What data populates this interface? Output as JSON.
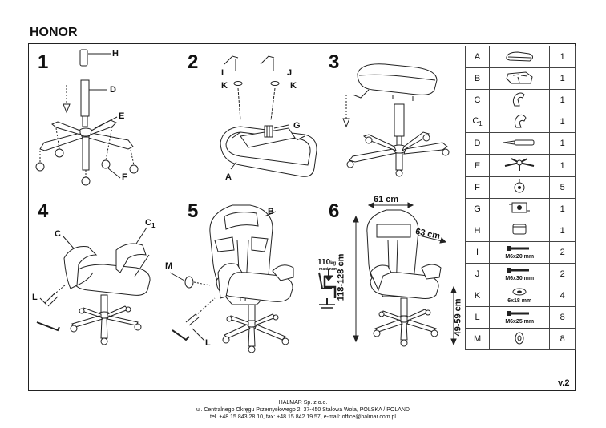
{
  "title": "HONOR",
  "steps": [
    "1",
    "2",
    "3",
    "4",
    "5",
    "6"
  ],
  "labels": {
    "s1_H": "H",
    "s1_D": "D",
    "s1_E": "E",
    "s1_F": "F",
    "s2_I": "I",
    "s2_J": "J",
    "s2_K1": "K",
    "s2_K2": "K",
    "s2_G": "G",
    "s2_A": "A",
    "s4_C": "C",
    "s4_C1": "C",
    "s4_C1sub": "1",
    "s4_L": "L",
    "s5_B": "B",
    "s5_M": "M",
    "s5_L": "L"
  },
  "dimensions": {
    "width": "61 cm",
    "depth": "63 cm",
    "height": "118-128 cm",
    "seat_height": "49-59 cm",
    "max_load": "110",
    "max_load_unit": "kg",
    "max_load_caption": "maximum"
  },
  "parts": [
    {
      "letter": "A",
      "sub": "",
      "qty": "1",
      "caption": "",
      "icon": "seat-icon"
    },
    {
      "letter": "B",
      "sub": "",
      "qty": "1",
      "caption": "",
      "icon": "backrest-icon"
    },
    {
      "letter": "C",
      "sub": "",
      "qty": "1",
      "caption": "",
      "icon": "armrest-left-icon"
    },
    {
      "letter": "C",
      "sub": "1",
      "qty": "1",
      "caption": "",
      "icon": "armrest-right-icon"
    },
    {
      "letter": "D",
      "sub": "",
      "qty": "1",
      "caption": "",
      "icon": "gas-lift-icon"
    },
    {
      "letter": "E",
      "sub": "",
      "qty": "1",
      "caption": "",
      "icon": "star-base-icon"
    },
    {
      "letter": "F",
      "sub": "",
      "qty": "5",
      "caption": "",
      "icon": "caster-icon"
    },
    {
      "letter": "G",
      "sub": "",
      "qty": "1",
      "caption": "",
      "icon": "mechanism-icon"
    },
    {
      "letter": "H",
      "sub": "",
      "qty": "1",
      "caption": "",
      "icon": "cover-icon"
    },
    {
      "letter": "I",
      "sub": "",
      "qty": "2",
      "caption": "M6x20 mm",
      "icon": "bolt-icon"
    },
    {
      "letter": "J",
      "sub": "",
      "qty": "2",
      "caption": "M6x30 mm",
      "icon": "bolt-icon"
    },
    {
      "letter": "K",
      "sub": "",
      "qty": "4",
      "caption": "6x18 mm",
      "icon": "washer-icon"
    },
    {
      "letter": "L",
      "sub": "",
      "qty": "8",
      "caption": "M6x25 mm",
      "icon": "bolt-icon"
    },
    {
      "letter": "M",
      "sub": "",
      "qty": "8",
      "caption": "",
      "icon": "cap-icon"
    }
  ],
  "version": "v.2",
  "footer": {
    "company": "HALMAR Sp. z o.o.",
    "address": "ul. Centralnego Okręgu Przemysłowego 2, 37-450 Stalowa Wola, POLSKA / POLAND",
    "contact": "tel. +48 15 843 28 10, fax: +48 15 842 19 57, e-mail: office@halmar.com.pl"
  }
}
